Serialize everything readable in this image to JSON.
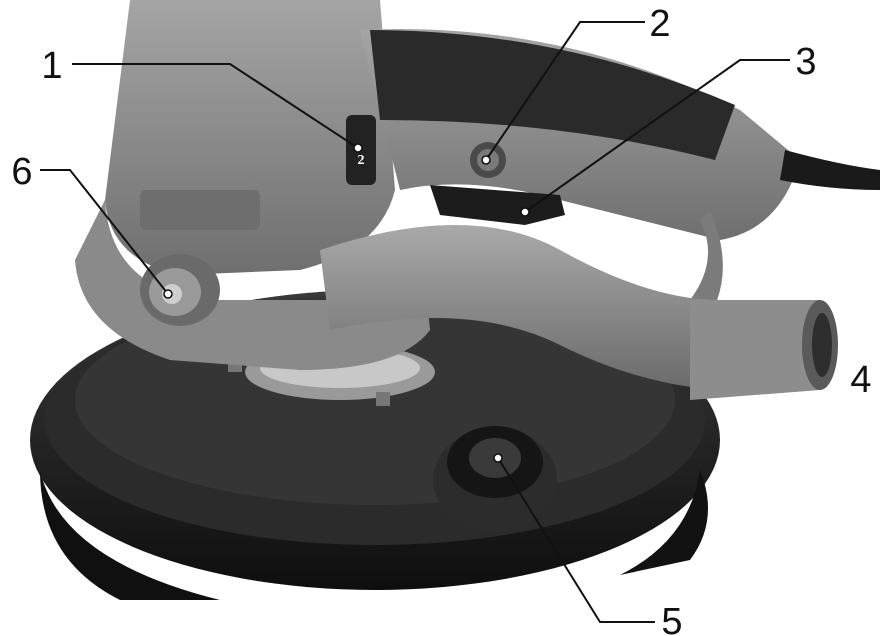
{
  "callouts": [
    {
      "id": "1",
      "label": "1"
    },
    {
      "id": "2",
      "label": "2"
    },
    {
      "id": "3",
      "label": "3"
    },
    {
      "id": "4",
      "label": "4"
    },
    {
      "id": "5",
      "label": "5"
    },
    {
      "id": "6",
      "label": "6"
    }
  ],
  "speed_dial_mark": "2",
  "colors": {
    "tool_body": "#8e8e8e",
    "tool_dark": "#2a2a2a",
    "base_plate": "#1c1c1c",
    "line": "#111111"
  }
}
